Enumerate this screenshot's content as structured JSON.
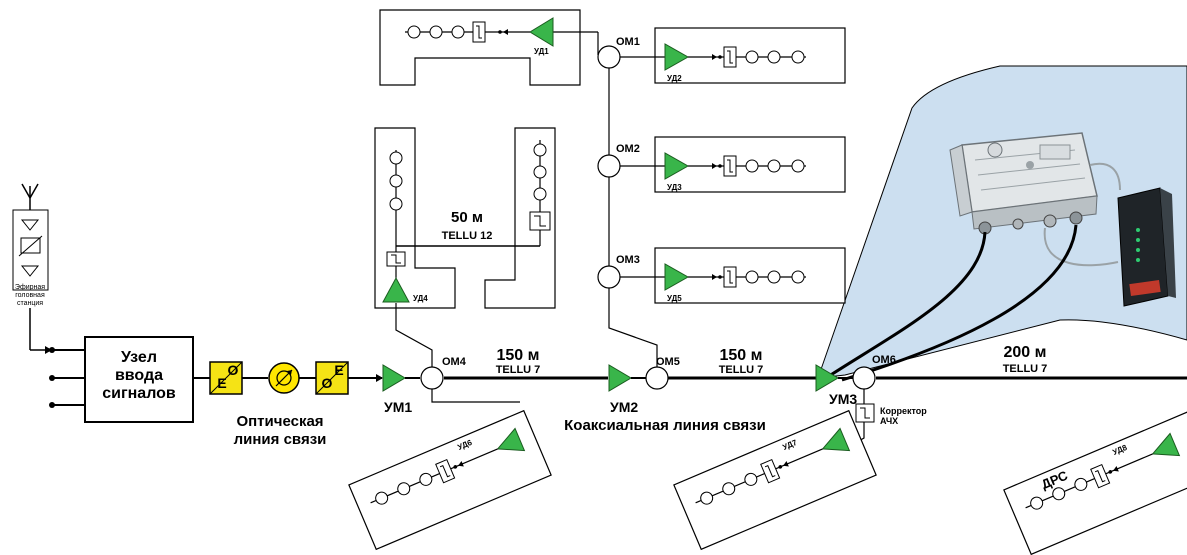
{
  "head_station": {
    "label_lines": [
      "Эфирная",
      "головная",
      "станция"
    ]
  },
  "input_node": {
    "label_lines": [
      "Узел",
      "ввода",
      "сигналов"
    ]
  },
  "optical": {
    "label_lines": [
      "Оптическая",
      "линия связи"
    ],
    "converter_letters": [
      "E",
      "O"
    ]
  },
  "coax_label": "Коаксиальная линия связи",
  "main_amplifiers": [
    "УМ1",
    "УМ2",
    "УМ3"
  ],
  "taps": {
    "om1": "ОМ1",
    "om2": "ОМ2",
    "om3": "ОМ3",
    "om4": "ОМ4",
    "om5": "ОМ5",
    "om6": "ОМ6"
  },
  "house_amplifiers": {
    "ud1": "УД1",
    "ud2": "УД2",
    "ud3": "УД3",
    "ud4": "УД4",
    "ud5": "УД5",
    "ud6": "УД6",
    "ud7": "УД7",
    "ud8": "УД8"
  },
  "cable_segments": [
    {
      "length": "150 м",
      "cable": "TELLU 7"
    },
    {
      "length": "150 м",
      "cable": "TELLU 7"
    },
    {
      "length": "200 м",
      "cable": "TELLU 7"
    }
  ],
  "riser_segment": {
    "length": "50 м",
    "cable": "TELLU 12"
  },
  "corrector_lines": [
    "Корректор",
    "АЧХ"
  ],
  "drs_label": "ДРС",
  "colors": {
    "amplifier": "#39b54a",
    "converter": "#f5e315",
    "optical_receiver": "#ffe600",
    "line": "#000000",
    "callout": "#ccdff0"
  },
  "icons": [
    "antenna-icon",
    "amplifier-triangle-icon",
    "splitter-icon",
    "tap-circle-icon",
    "optical-converter-icon",
    "modem-icon"
  ]
}
